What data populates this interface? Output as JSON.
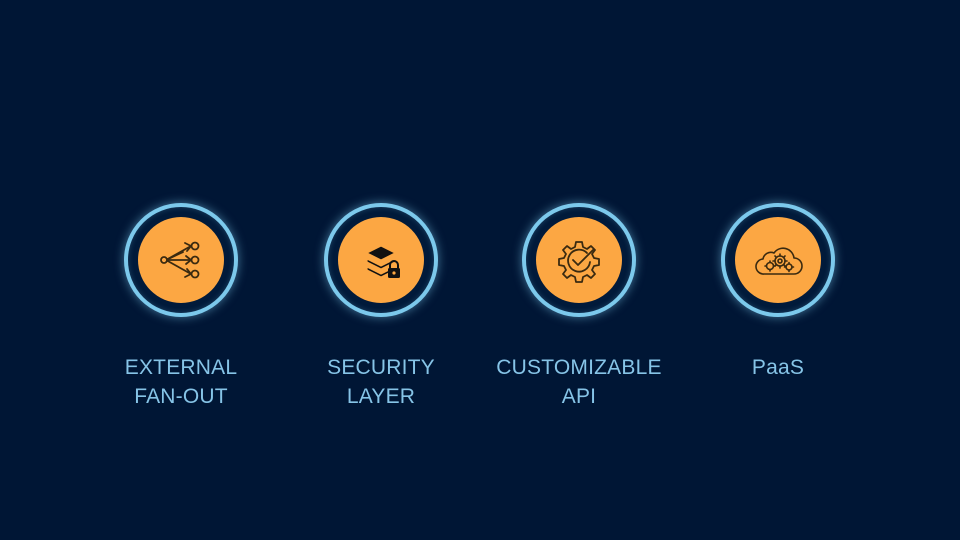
{
  "colors": {
    "background": "#001635",
    "ring": "#7cc9ec",
    "disc": "#fca743",
    "label": "#86c4e7",
    "icon_stroke": "#3a2a10"
  },
  "features": [
    {
      "icon": "fan-out-icon",
      "label_lines": [
        "EXTERNAL",
        "FAN-OUT"
      ]
    },
    {
      "icon": "layers-lock-icon",
      "label_lines": [
        "SECURITY",
        "LAYER"
      ]
    },
    {
      "icon": "gear-check-icon",
      "label_lines": [
        "CUSTOMIZABLE",
        "API"
      ]
    },
    {
      "icon": "cloud-gears-icon",
      "label_lines": [
        "PaaS"
      ]
    }
  ]
}
